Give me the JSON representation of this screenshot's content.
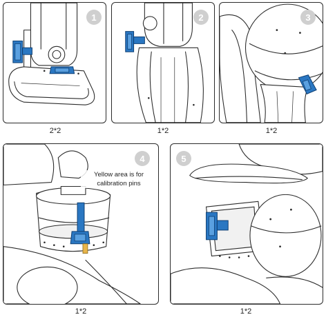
{
  "steps": [
    {
      "number": "1",
      "quantity": "2*2"
    },
    {
      "number": "2",
      "quantity": "1*2"
    },
    {
      "number": "3",
      "quantity": "1*2"
    },
    {
      "number": "4",
      "quantity": "1*2",
      "note": "Yellow area is  for calibration pins"
    },
    {
      "number": "5",
      "quantity": "1*2"
    }
  ],
  "colors": {
    "bracket": "#2a77c2",
    "calibration_pin_area": "#e8b54a",
    "badge": "#cfcfcf"
  }
}
